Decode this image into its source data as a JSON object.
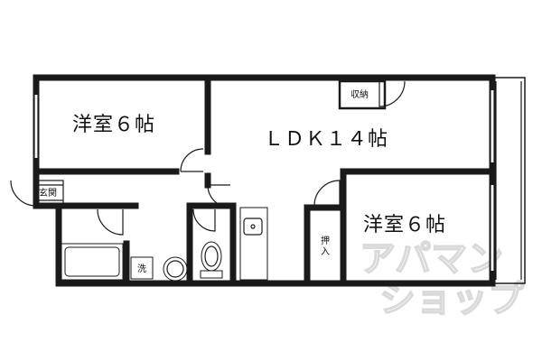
{
  "rooms": {
    "western_room_left": "洋室６帖",
    "ldk": "ＬＤＫ１４帖",
    "western_room_right": "洋室６帖"
  },
  "labels": {
    "closet_storage": "収納",
    "entrance": "玄関",
    "washer": "洗",
    "closet_push": "押入"
  },
  "watermark": {
    "line1": "アパマン",
    "line2": "ショップ"
  },
  "colors": {
    "wall": "#1a1a1a",
    "watermark": "#d9d9d9",
    "background": "#ffffff"
  }
}
